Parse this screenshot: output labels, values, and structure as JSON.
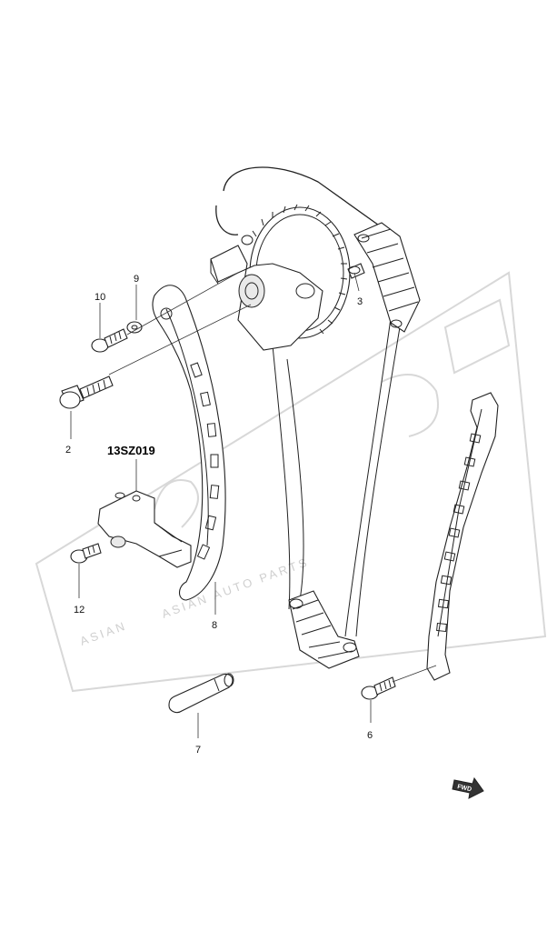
{
  "diagram": {
    "part_code": "13SZ019",
    "callouts": {
      "n2": "2",
      "n3": "3",
      "n6": "6",
      "n7": "7",
      "n8": "8",
      "n9": "9",
      "n10": "10",
      "n12": "12"
    },
    "fwd_label": "FWD",
    "watermark": {
      "text_main": "ASIAN AUTO PARTS",
      "text_left": "ASIAN"
    }
  }
}
